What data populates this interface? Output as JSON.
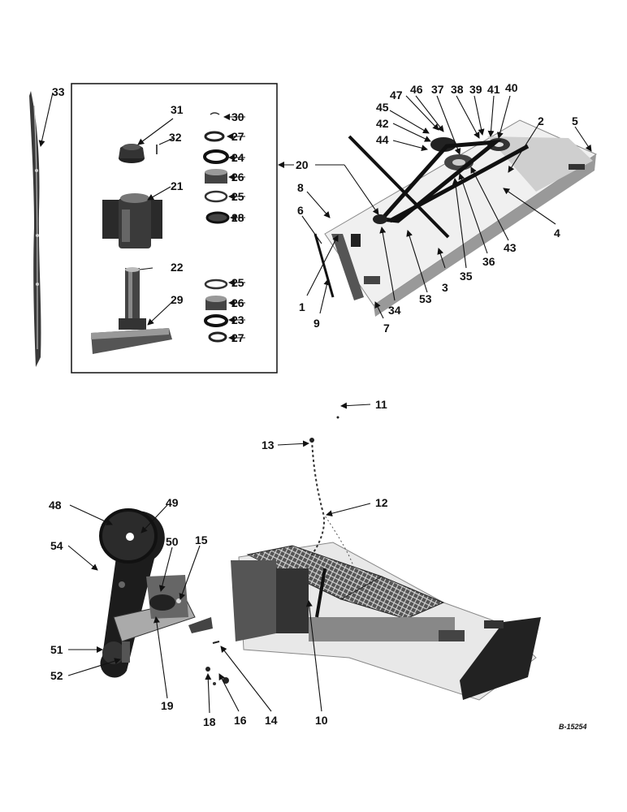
{
  "figure": {
    "reference_code": "B-15254",
    "parts": [
      {
        "id": "box-30",
        "number": "30"
      },
      {
        "id": "box-27a",
        "number": "27"
      },
      {
        "id": "box-24",
        "number": "24"
      },
      {
        "id": "box-26a",
        "number": "26"
      },
      {
        "id": "box-25a",
        "number": "25"
      },
      {
        "id": "box-28",
        "number": "28"
      },
      {
        "id": "box-25b",
        "number": "25"
      },
      {
        "id": "box-26b",
        "number": "26"
      },
      {
        "id": "box-23",
        "number": "23"
      },
      {
        "id": "box-27b",
        "number": "27"
      },
      {
        "id": "box-31",
        "number": "31"
      },
      {
        "id": "box-32",
        "number": "32"
      },
      {
        "id": "box-21",
        "number": "21"
      },
      {
        "id": "box-22",
        "number": "22"
      },
      {
        "id": "box-29",
        "number": "29"
      },
      {
        "id": "p33",
        "number": "33"
      },
      {
        "id": "p20",
        "number": "20"
      },
      {
        "id": "p47",
        "number": "47"
      },
      {
        "id": "p46",
        "number": "46"
      },
      {
        "id": "p37",
        "number": "37"
      },
      {
        "id": "p38",
        "number": "38"
      },
      {
        "id": "p39",
        "number": "39"
      },
      {
        "id": "p41",
        "number": "41"
      },
      {
        "id": "p40",
        "number": "40"
      },
      {
        "id": "p45",
        "number": "45"
      },
      {
        "id": "p42",
        "number": "42"
      },
      {
        "id": "p44",
        "number": "44"
      },
      {
        "id": "p2",
        "number": "2"
      },
      {
        "id": "p5",
        "number": "5"
      },
      {
        "id": "p8",
        "number": "8"
      },
      {
        "id": "p6",
        "number": "6"
      },
      {
        "id": "p4",
        "number": "4"
      },
      {
        "id": "p43",
        "number": "43"
      },
      {
        "id": "p36",
        "number": "36"
      },
      {
        "id": "p35",
        "number": "35"
      },
      {
        "id": "p3",
        "number": "3"
      },
      {
        "id": "p53",
        "number": "53"
      },
      {
        "id": "p34",
        "number": "34"
      },
      {
        "id": "p1",
        "number": "1"
      },
      {
        "id": "p9",
        "number": "9"
      },
      {
        "id": "p7",
        "number": "7"
      },
      {
        "id": "p11",
        "number": "11"
      },
      {
        "id": "p13",
        "number": "13"
      },
      {
        "id": "p12",
        "number": "12"
      },
      {
        "id": "p48",
        "number": "48"
      },
      {
        "id": "p49",
        "number": "49"
      },
      {
        "id": "p54",
        "number": "54"
      },
      {
        "id": "p50",
        "number": "50"
      },
      {
        "id": "p15",
        "number": "15"
      },
      {
        "id": "p51",
        "number": "51"
      },
      {
        "id": "p52",
        "number": "52"
      },
      {
        "id": "p19",
        "number": "19"
      },
      {
        "id": "p18",
        "number": "18"
      },
      {
        "id": "p16",
        "number": "16"
      },
      {
        "id": "p14",
        "number": "14"
      },
      {
        "id": "p10",
        "number": "10"
      }
    ]
  }
}
